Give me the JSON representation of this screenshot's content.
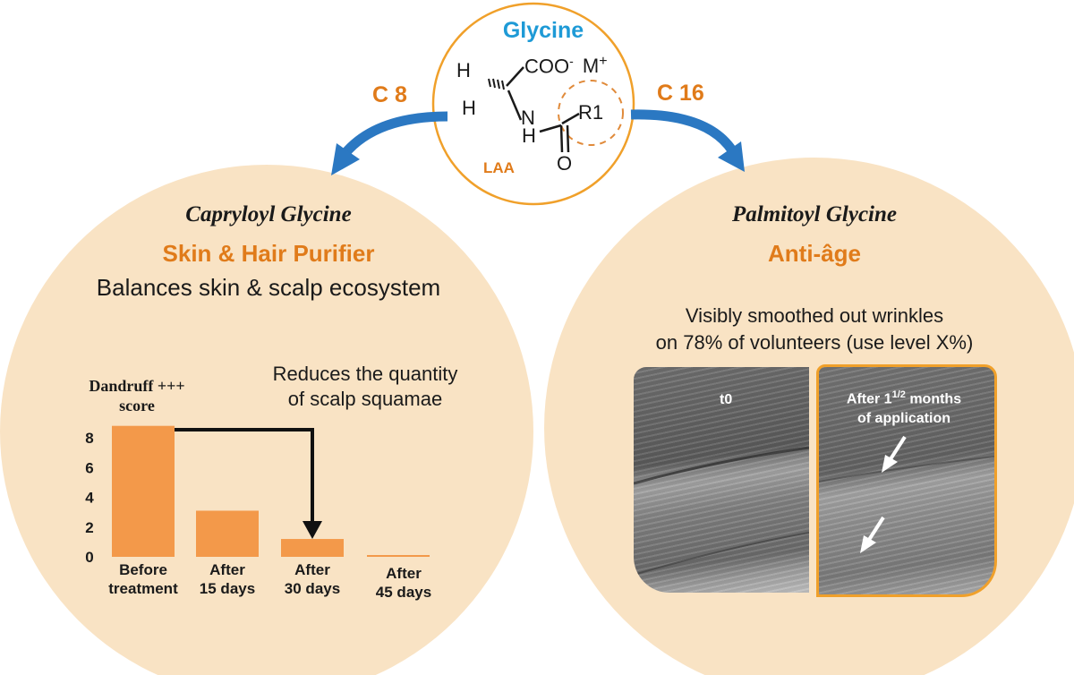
{
  "colors": {
    "accent": "#e07b1a",
    "glycine_blue": "#1e9ad6",
    "arrow_blue": "#2b78c2",
    "panel_fill": "#f9e3c4",
    "bar": "#f3994a"
  },
  "molecule": {
    "title": "Glycine",
    "coo": "COO",
    "coo_charge": "-",
    "counter_ion": "M",
    "counter_charge": "+",
    "h_top": "H",
    "h_left": "H",
    "n": "N",
    "nh": "H",
    "r1": "R1",
    "o": "O",
    "laa": "LAA"
  },
  "arrows": {
    "left_label": "C 8",
    "right_label": "C 16"
  },
  "left_panel": {
    "name": "Capryloyl Glycine",
    "role": "Skin & Hair Purifier",
    "subtitle": "Balances skin & scalp ecosystem",
    "note_line1": "Reduces the quantity",
    "note_line2": "of scalp squamae"
  },
  "right_panel": {
    "name": "Palmitoyl Glycine",
    "role": "Anti-âge",
    "claim_line1": "Visibly smoothed out wrinkles",
    "claim_line2": "on 78% of volunteers (use level X%)",
    "photo_before_label": "t0",
    "photo_after_label_a": "After 1",
    "photo_after_label_sup": "1/2",
    "photo_after_label_b": " months",
    "photo_after_label_c": "of application"
  },
  "chart_data": {
    "type": "bar",
    "ylabel_line1": "Dandruff +++",
    "ylabel_line2": "score",
    "categories": [
      [
        "Before",
        "treatment"
      ],
      [
        "After",
        "15 days"
      ],
      [
        "After",
        "30 days"
      ],
      [
        "After",
        "45 days"
      ]
    ],
    "values": [
      8.8,
      3.1,
      1.2,
      0.1
    ],
    "yticks": [
      "0",
      "2",
      "4",
      "6",
      "8"
    ],
    "ylim": [
      0,
      9
    ],
    "grid": false
  }
}
